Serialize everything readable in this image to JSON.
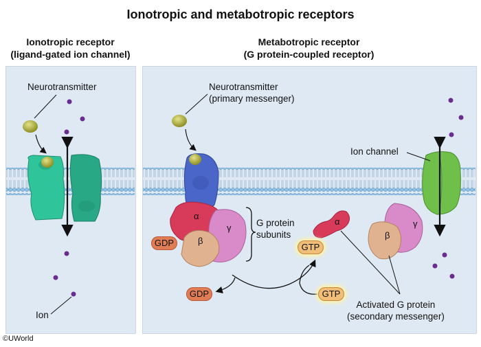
{
  "title": "Ionotropic and metabotropic receptors",
  "ionotropic": {
    "heading_line1": "Ionotropic receptor",
    "heading_line2": "(ligand-gated ion channel)",
    "neurotransmitter_label": "Neurotransmitter",
    "ion_label": "Ion"
  },
  "metabotropic": {
    "heading_line1": "Metabotropic receptor",
    "heading_line2": "(G protein-coupled receptor)",
    "neurotransmitter_line1": "Neurotransmitter",
    "neurotransmitter_line2": "(primary messenger)",
    "ion_channel_label": "Ion channel",
    "g_protein_line1": "G protein",
    "g_protein_line2": "subunits",
    "activated_line1": "Activated G protein",
    "activated_line2": "(secondary messenger)",
    "alpha": "α",
    "beta": "β",
    "gamma": "γ",
    "gdp": "GDP",
    "gtp": "GTP"
  },
  "colors": {
    "membrane": "#7aaed6",
    "ion_channel_ionotropic": "#2fc49a",
    "ion_channel_metabotropic": "#6ec04a",
    "receptor": "#4a66c8",
    "alpha_subunit": "#d83a5a",
    "beta_subunit": "#e0b290",
    "gamma_subunit": "#d98ac8",
    "ion": "#6b2c8f",
    "neurotransmitter": "#bcbc3c"
  },
  "copyright": "©UWorld"
}
